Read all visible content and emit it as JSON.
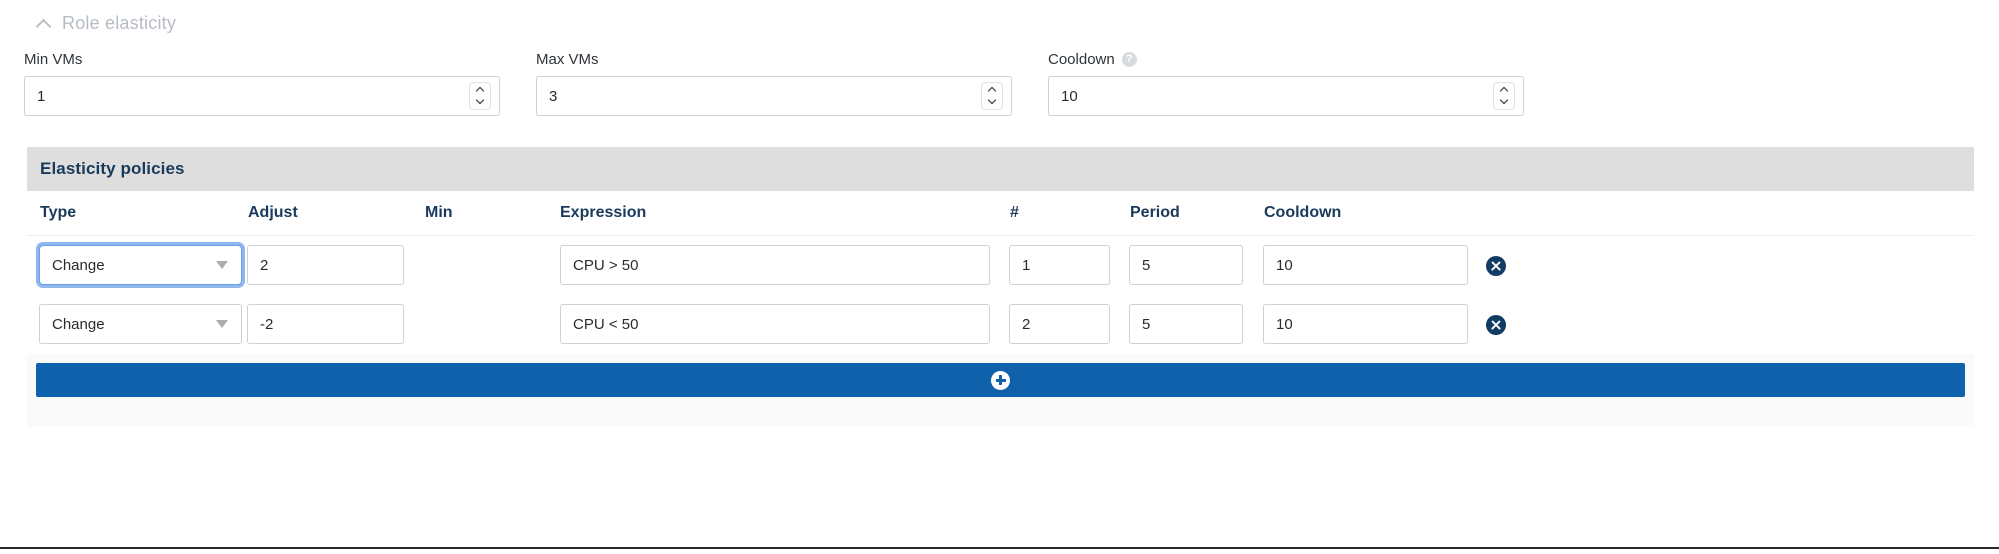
{
  "section": {
    "title": "Role elasticity",
    "collapse_icon": "chevron-up-icon"
  },
  "fields": {
    "min_vms": {
      "label": "Min VMs",
      "value": "1"
    },
    "max_vms": {
      "label": "Max VMs",
      "value": "3"
    },
    "cooldown": {
      "label": "Cooldown",
      "value": "10",
      "help_icon": "question-mark-icon"
    }
  },
  "policies_panel": {
    "title": "Elasticity policies",
    "columns": [
      "Type",
      "Adjust",
      "Min",
      "Expression",
      "#",
      "Period",
      "Cooldown"
    ],
    "rows": [
      {
        "type": "Change",
        "adjust": "2",
        "min": "",
        "expression": "CPU > 50",
        "count": "1",
        "period": "5",
        "cooldown": "10",
        "delete_icon": "close-circle-icon",
        "type_focused": true
      },
      {
        "type": "Change",
        "adjust": "-2",
        "min": "",
        "expression": "CPU < 50",
        "count": "2",
        "period": "5",
        "cooldown": "10",
        "delete_icon": "close-circle-icon",
        "type_focused": false
      }
    ],
    "add_button": {
      "icon": "plus-circle-icon",
      "label": ""
    }
  },
  "colors": {
    "header_navy": "#1a3a5c",
    "panel_gray": "#dedede",
    "accent_blue": "#1061ab",
    "focus_blue": "#90b8ef",
    "delete_navy": "#123b63",
    "muted_label": "#b6bcc4"
  }
}
